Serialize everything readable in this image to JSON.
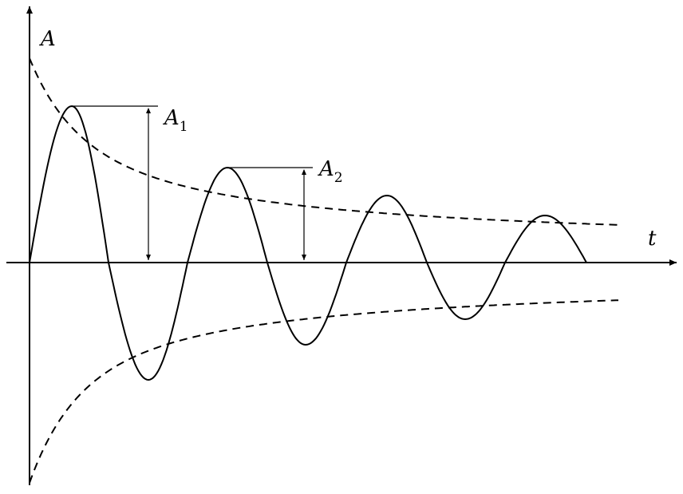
{
  "diagram": {
    "axis_y_label": "A",
    "axis_x_label": "t",
    "amplitude_1": {
      "base": "A",
      "sub": "1"
    },
    "amplitude_2": {
      "base": "A",
      "sub": "2"
    },
    "stroke_color": "#000000"
  }
}
